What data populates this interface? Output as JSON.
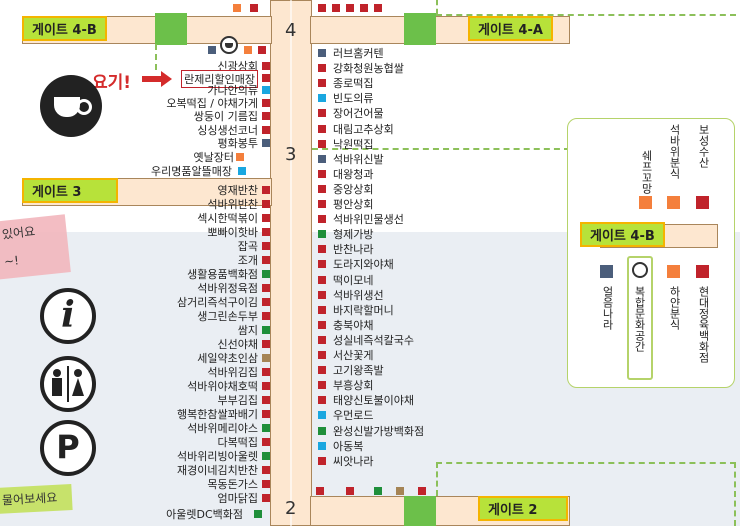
{
  "map": {
    "here_label": "요기!",
    "section_numbers": [
      "4",
      "3",
      "2"
    ],
    "gates": {
      "g4b": "게이트 4-B",
      "g4a": "게이트 4-A",
      "g3": "게이트 3",
      "g2": "게이트 2",
      "inset_4b": "게이트 4-B"
    },
    "left_column": [
      {
        "name": "신광상회",
        "color": "#c0232b"
      },
      {
        "name": "란제리할인매장",
        "color": "#c0232b",
        "highlight": true
      },
      {
        "name": "가나안의류",
        "color": "#1aa7e0"
      },
      {
        "name": "오복떡집 / 야채가게",
        "color": "#c0232b"
      },
      {
        "name": "쌍둥이 기름집",
        "color": "#c0232b"
      },
      {
        "name": "싱싱생선코너",
        "color": "#c0232b"
      },
      {
        "name": "평화봉투",
        "color": "#4b5e7b"
      },
      {
        "name": "옛날장터",
        "color": "#f47f3c"
      },
      {
        "name": "우리명품알뜰매장",
        "color": "#1aa7e0"
      },
      {
        "name": "영재반찬",
        "color": "#c0232b"
      },
      {
        "name": "석바위반찬",
        "color": "#c0232b"
      },
      {
        "name": "섹시한떡볶이",
        "color": "#c0232b"
      },
      {
        "name": "뽀빠이핫바",
        "color": "#c0232b"
      },
      {
        "name": "잡곡",
        "color": "#c0232b"
      },
      {
        "name": "조개",
        "color": "#c0232b"
      },
      {
        "name": "생활용품백화점",
        "color": "#1f8f3a"
      },
      {
        "name": "석바위정육점",
        "color": "#c0232b"
      },
      {
        "name": "삼거리즉석구이김",
        "color": "#c0232b"
      },
      {
        "name": "생그린손두부",
        "color": "#c0232b"
      },
      {
        "name": "쌈지",
        "color": "#1f8f3a"
      },
      {
        "name": "신선야채",
        "color": "#c0232b"
      },
      {
        "name": "세일약초인삼",
        "color": "#a58455"
      },
      {
        "name": "석바위김집",
        "color": "#c0232b"
      },
      {
        "name": "석바위야채호떡",
        "color": "#c0232b"
      },
      {
        "name": "부부김집",
        "color": "#c0232b"
      },
      {
        "name": "행복한참쌀꽈배기",
        "color": "#c0232b"
      },
      {
        "name": "석바위메리야스",
        "color": "#1f8f3a"
      },
      {
        "name": "다복떡집",
        "color": "#c0232b"
      },
      {
        "name": "석바위리빙아울렛",
        "color": "#1f8f3a"
      },
      {
        "name": "재경이네김치반찬",
        "color": "#c0232b"
      },
      {
        "name": "목동돈가스",
        "color": "#c0232b"
      },
      {
        "name": "엄마닭집",
        "color": "#c0232b"
      },
      {
        "name": "아울렛DC백화점",
        "color": "#1f8f3a"
      }
    ],
    "right_column": [
      {
        "name": "러브홈커텐",
        "color": "#4b5e7b"
      },
      {
        "name": "강화청원농협쌀",
        "color": "#c0232b"
      },
      {
        "name": "종로떡집",
        "color": "#c0232b"
      },
      {
        "name": "빈도의류",
        "color": "#1aa7e0"
      },
      {
        "name": "장어건어물",
        "color": "#c0232b"
      },
      {
        "name": "대림고추상회",
        "color": "#c0232b"
      },
      {
        "name": "낙원떡집",
        "color": "#c0232b"
      },
      {
        "name": "석바위신발",
        "color": "#4b5e7b"
      },
      {
        "name": "대왕청과",
        "color": "#c0232b"
      },
      {
        "name": "중앙상회",
        "color": "#c0232b"
      },
      {
        "name": "평안상회",
        "color": "#c0232b"
      },
      {
        "name": "석바위민물생선",
        "color": "#c0232b"
      },
      {
        "name": "형제가방",
        "color": "#1f8f3a"
      },
      {
        "name": "반찬나라",
        "color": "#c0232b"
      },
      {
        "name": "도라지와야채",
        "color": "#c0232b"
      },
      {
        "name": "떡이모네",
        "color": "#c0232b"
      },
      {
        "name": "석바위생선",
        "color": "#c0232b"
      },
      {
        "name": "바지락할머니",
        "color": "#c0232b"
      },
      {
        "name": "충북야채",
        "color": "#c0232b"
      },
      {
        "name": "성실네즉석칼국수",
        "color": "#c0232b"
      },
      {
        "name": "서산꽃게",
        "color": "#c0232b"
      },
      {
        "name": "고기왕족발",
        "color": "#c0232b"
      },
      {
        "name": "부흥상회",
        "color": "#c0232b"
      },
      {
        "name": "태양신토불이야채",
        "color": "#c0232b"
      },
      {
        "name": "우먼로드",
        "color": "#1aa7e0"
      },
      {
        "name": "완성신발가방백화점",
        "color": "#1f8f3a"
      },
      {
        "name": "아동복",
        "color": "#1aa7e0"
      },
      {
        "name": "씨앗나라",
        "color": "#c0232b"
      }
    ],
    "inset_top": [
      {
        "name": "쉐프꼬망",
        "color": "#f47f3c"
      },
      {
        "name": "석바위분식",
        "color": "#f47f3c"
      },
      {
        "name": "보성수산",
        "color": "#c0232b"
      }
    ],
    "inset_bottom": [
      {
        "name": "얼음나라",
        "color": "#4b5e7b"
      },
      {
        "name": "복합문화공간",
        "color": "#ffffff",
        "cafe": true
      },
      {
        "name": "하얀분식",
        "color": "#f47f3c"
      },
      {
        "name": "현대정육백화점",
        "color": "#c0232b"
      }
    ],
    "side_notes": [
      "있어요",
      "~!",
      "물어보세요"
    ]
  }
}
